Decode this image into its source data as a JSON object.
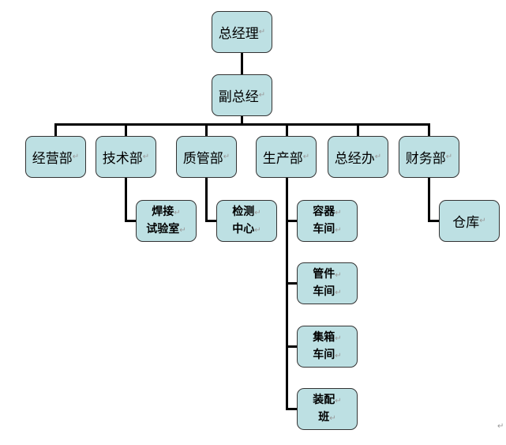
{
  "top": "总经理",
  "deputy": "副总经",
  "departments": [
    "经营部",
    "技术部",
    "质管部",
    "生产部",
    "总经办",
    "财务部"
  ],
  "sub_units": {
    "technical": [
      "焊接",
      "试验室"
    ],
    "quality": [
      "检测",
      "中心"
    ],
    "production": [
      [
        "容器",
        "车间"
      ],
      [
        "管件",
        "车间"
      ],
      [
        "集箱",
        "车间"
      ],
      [
        "装配",
        "班"
      ]
    ],
    "finance": "仓库"
  },
  "colors": {
    "box_fill": "#bde0e3",
    "line": "#000000"
  }
}
